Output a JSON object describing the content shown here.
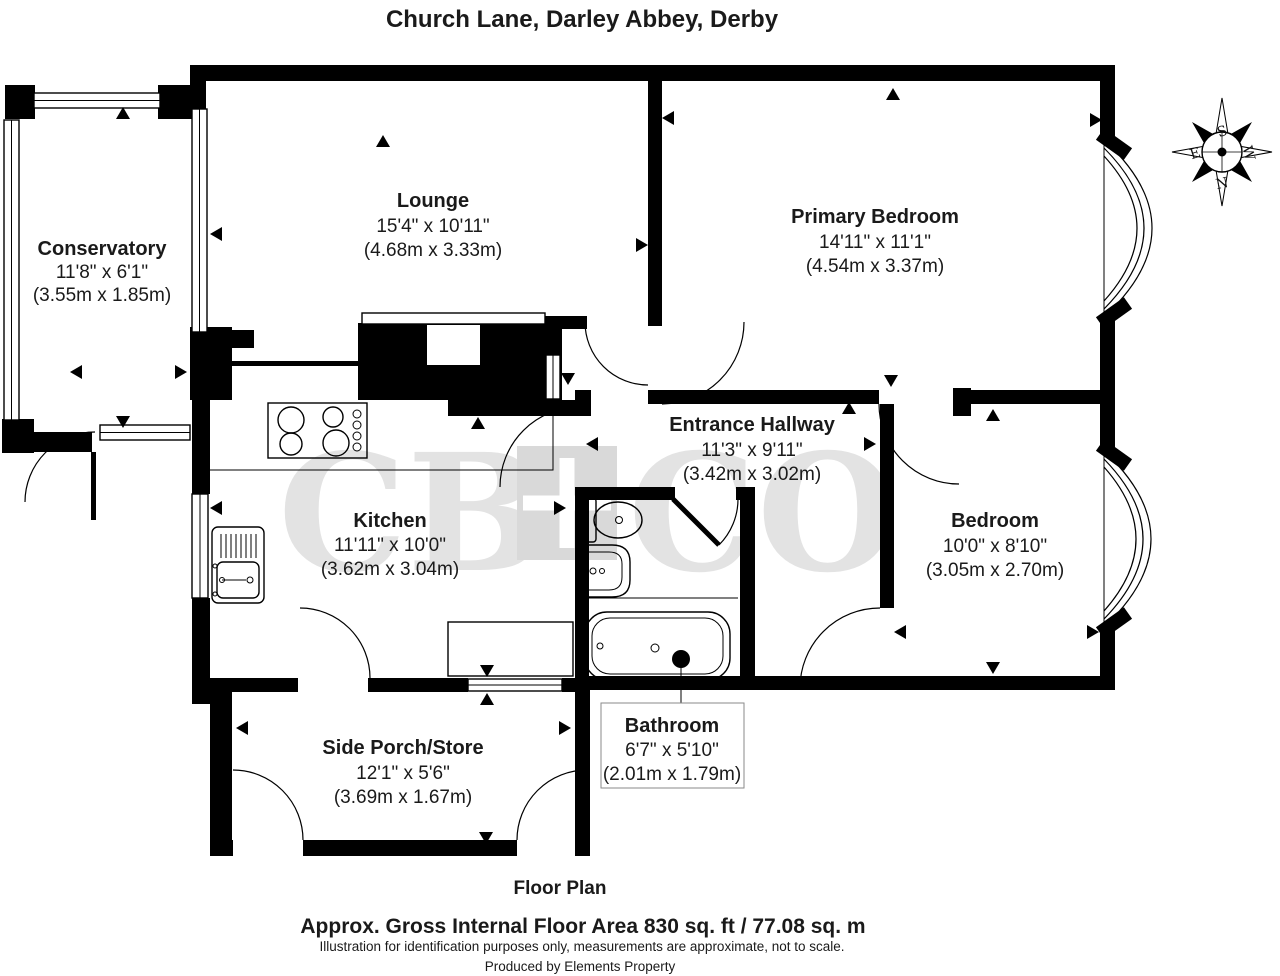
{
  "title": "Church Lane, Darley Abbey, Derby",
  "watermark": {
    "left": "CB",
    "right": "CO"
  },
  "compass": {
    "top": "S",
    "left": "E",
    "right": "W",
    "bottom": "N"
  },
  "rooms": [
    {
      "name": "Conservatory",
      "dims_ft": "11'8\" x 6'1\"",
      "dims_m": "(3.55m x 1.85m)"
    },
    {
      "name": "Lounge",
      "dims_ft": "15'4\" x 10'11\"",
      "dims_m": "(4.68m x 3.33m)"
    },
    {
      "name": "Primary Bedroom",
      "dims_ft": "14'11\" x 11'1\"",
      "dims_m": "(4.54m x 3.37m)"
    },
    {
      "name": "Entrance Hallway",
      "dims_ft": "11'3\" x 9'11\"",
      "dims_m": "(3.42m x 3.02m)"
    },
    {
      "name": "Kitchen",
      "dims_ft": "11'11\" x 10'0\"",
      "dims_m": "(3.62m x 3.04m)"
    },
    {
      "name": "Bedroom",
      "dims_ft": "10'0\" x 8'10\"",
      "dims_m": "(3.05m x 2.70m)"
    },
    {
      "name": "Bathroom",
      "dims_ft": "6'7\" x 5'10\"",
      "dims_m": "(2.01m x 1.79m)"
    },
    {
      "name": "Side Porch/Store",
      "dims_ft": "12'1\" x 5'6\"",
      "dims_m": "(3.69m x 1.67m)"
    }
  ],
  "footer": {
    "floor_plan_label": "Floor Plan",
    "area_line": "Approx. Gross Internal Floor Area 830 sq. ft / 77.08 sq. m",
    "disclaimer": "Illustration for identification purposes only, measurements are approximate, not to scale.",
    "credit": "Produced by Elements Property"
  },
  "colors": {
    "wall": "#000000",
    "watermark": "#e3e3e3",
    "watermark_square": "#d9d9d9"
  }
}
